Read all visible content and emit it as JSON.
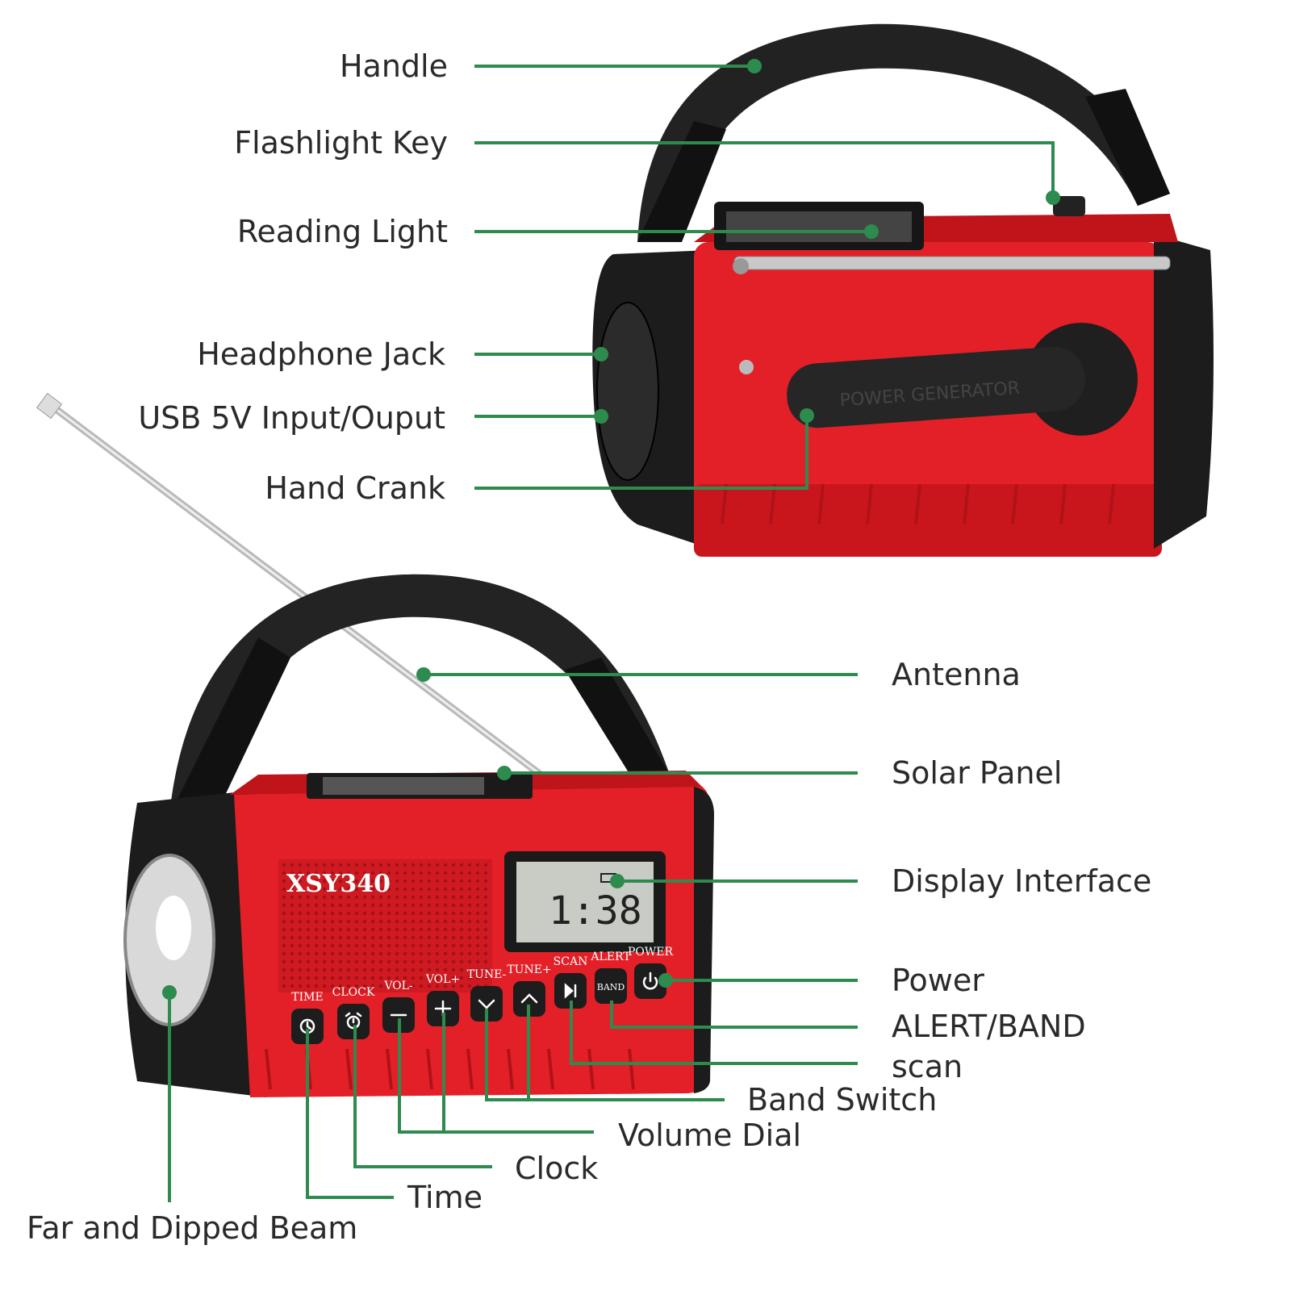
{
  "colors": {
    "leader": "#2e8b4e",
    "body_red": "#e32027",
    "body_red_dark": "#b3141a",
    "frame_black": "#1c1c1c",
    "text": "#2a2a2a"
  },
  "device": {
    "model_label": "XSY340",
    "display_time": "1:38",
    "crank_text": "POWER GENERATOR"
  },
  "buttons": [
    {
      "label": "TIME",
      "icon": "clock-face-icon"
    },
    {
      "label": "CLOCK",
      "icon": "alarm-clock-icon"
    },
    {
      "label": "VOL-",
      "icon": "minus-icon"
    },
    {
      "label": "VOL+",
      "icon": "plus-icon"
    },
    {
      "label": "TUNE-",
      "icon": "chevron-down-icon"
    },
    {
      "label": "TUNE+",
      "icon": "chevron-up-icon"
    },
    {
      "label": "SCAN",
      "icon": "play-pause-icon"
    },
    {
      "label": "ALERT",
      "icon": "band-icon",
      "inner": "BAND"
    },
    {
      "label": "POWER",
      "icon": "power-icon"
    }
  ],
  "callouts": {
    "top": [
      "Handle",
      "Flashlight Key",
      "Reading Light",
      "Headphone Jack",
      "USB 5V Input/Ouput",
      "Hand Crank"
    ],
    "right": [
      "Antenna",
      "Solar Panel",
      "Display Interface",
      "Power",
      "ALERT/BAND",
      "scan"
    ],
    "bottom": [
      "Band Switch",
      "Volume Dial",
      "Clock",
      "Time",
      "Far and Dipped Beam"
    ]
  }
}
